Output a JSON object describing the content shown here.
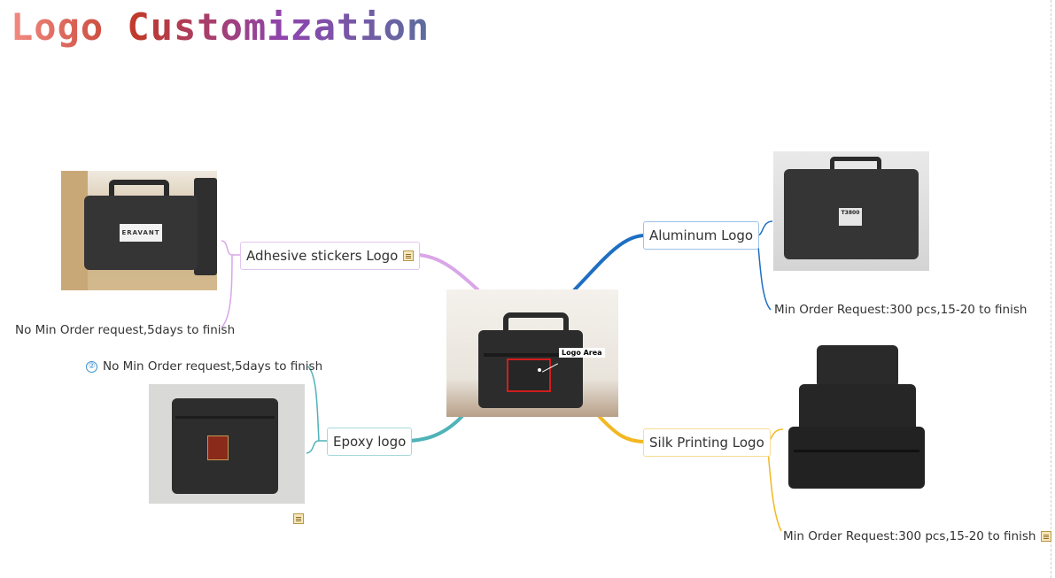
{
  "title": "Logo Customization",
  "center": {
    "logo_area_label": "Logo Area"
  },
  "branches": {
    "adhesive": {
      "label": "Adhesive stickers Logo",
      "note": "No Min Order request,5days to finish",
      "color": "#d9a6e8",
      "sticker_text": "ERAVANT"
    },
    "epoxy": {
      "label": "Epoxy logo",
      "note": "No Min Order request,5days to finish",
      "note_number": "②",
      "color": "#4fb3b8"
    },
    "aluminum": {
      "label": "Aluminum Logo",
      "note": "Min Order Request:300 pcs,15-20 to finish",
      "color": "#1e6fc2",
      "plate_text": "T3800"
    },
    "silk": {
      "label": "Silk Printing Logo",
      "note": "Min Order Request:300 pcs,15-20 to finish",
      "color": "#f2b822"
    }
  }
}
